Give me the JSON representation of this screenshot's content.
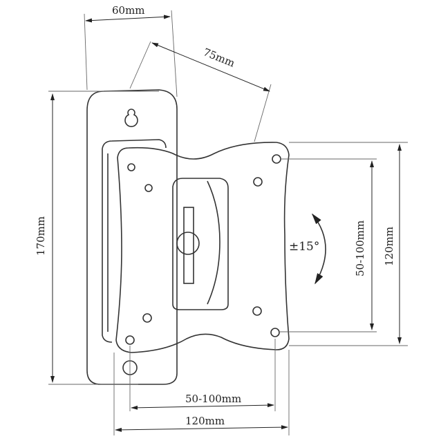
{
  "diagram": {
    "dimensions": {
      "top_depth": "60mm",
      "arm_length": "75mm",
      "wall_plate_height": "170mm",
      "vesa_vertical_range": "50-100mm",
      "plate_height": "120mm",
      "vesa_horizontal_range": "50-100mm",
      "plate_width": "120mm"
    },
    "tilt": "±15°"
  }
}
